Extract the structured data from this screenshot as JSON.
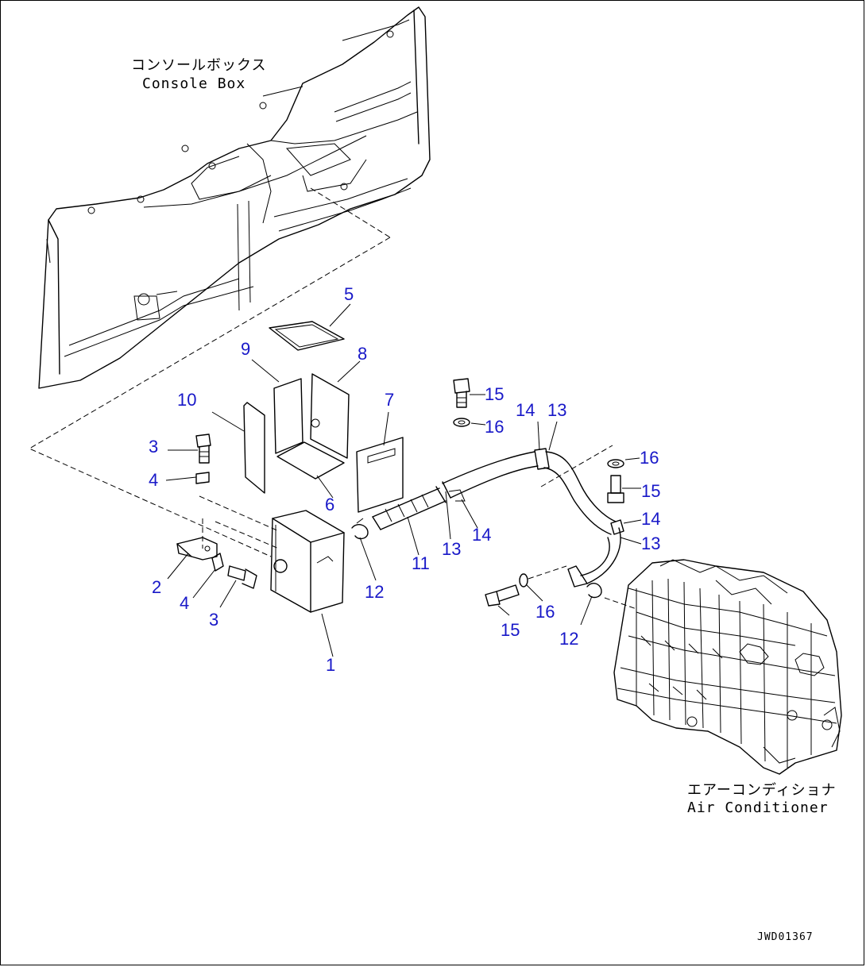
{
  "labels": {
    "console_box_jp": "コンソールボックス",
    "console_box_en": "Console Box",
    "air_conditioner_jp": "エアーコンディショナ",
    "air_conditioner_en": "Air Conditioner"
  },
  "callouts": [
    "5",
    "9",
    "8",
    "10",
    "7",
    "3",
    "4",
    "6",
    "2",
    "4",
    "3",
    "1",
    "12",
    "11",
    "13",
    "14",
    "15",
    "16",
    "14",
    "13",
    "16",
    "15",
    "14",
    "13",
    "15",
    "16",
    "12"
  ],
  "drawing_number": "JWD01367",
  "colors": {
    "callout": "#1818c8",
    "ink": "#000000",
    "background": "#ffffff"
  }
}
